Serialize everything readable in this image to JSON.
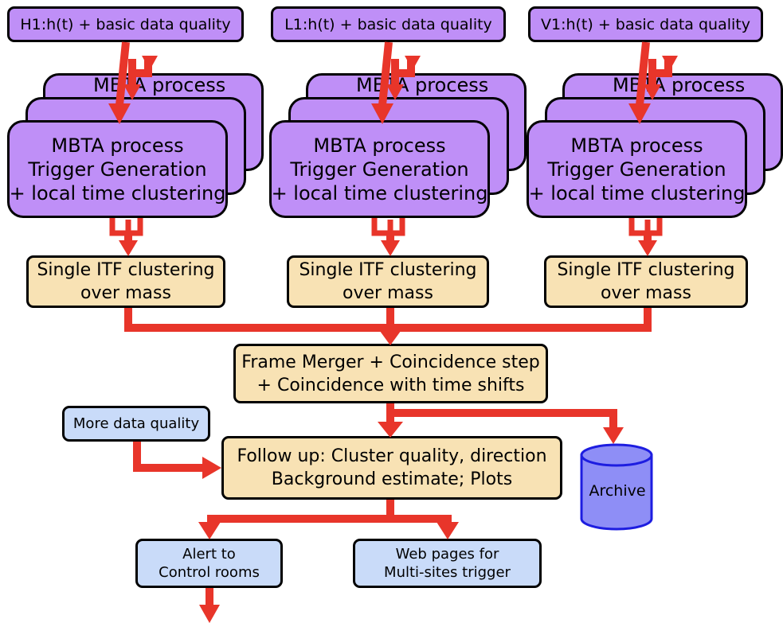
{
  "inputs": [
    {
      "label": "H1:h(t) + basic data quality"
    },
    {
      "label": "L1:h(t) + basic data quality"
    },
    {
      "label": "V1:h(t) + basic data quality"
    }
  ],
  "mbta": {
    "ghost_label": "MBTA process",
    "line1": "MBTA process",
    "line2": "Trigger Generation",
    "line3": "+ local time clustering"
  },
  "single_itf": {
    "line1": "Single ITF clustering",
    "line2": "over mass"
  },
  "merger": {
    "line1": "Frame Merger + Coincidence step",
    "line2": "+ Coincidence with time shifts"
  },
  "dq": {
    "label": "More data quality"
  },
  "followup": {
    "line1": "Follow up: Cluster quality, direction",
    "line2": "Background estimate; Plots"
  },
  "archive": {
    "label": "Archive"
  },
  "alert": {
    "line1": "Alert to",
    "line2": "Control rooms"
  },
  "web": {
    "line1": "Web pages for",
    "line2": "Multi-sites trigger"
  },
  "colors": {
    "arrow": "#e8352a",
    "process": "#bf8ff7",
    "clustering": "#f8e2b4",
    "output": "#c9dbf9",
    "archive": "#8e8ef6",
    "archive_edge": "#1d1de0"
  }
}
